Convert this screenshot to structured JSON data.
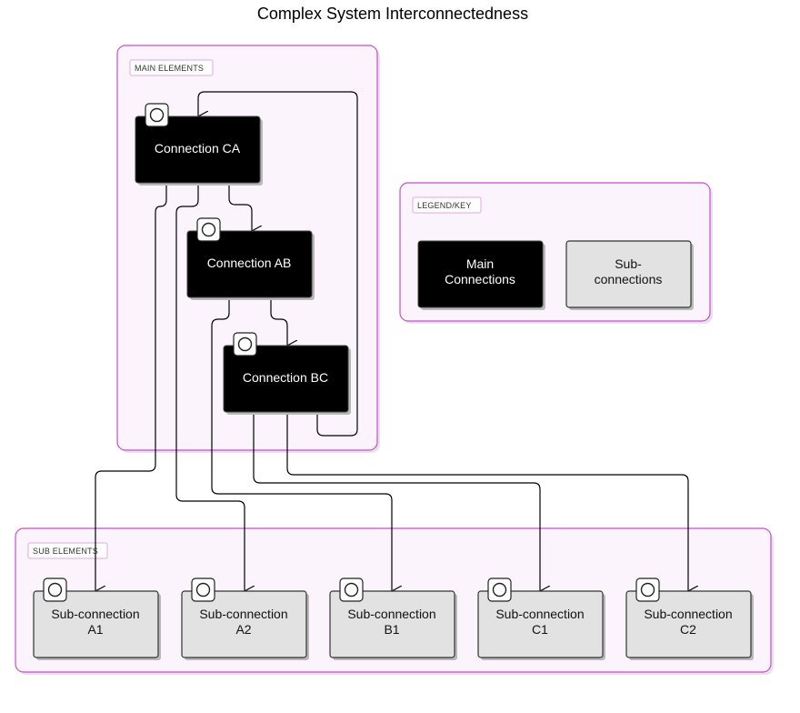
{
  "title": "Complex System Interconnectedness",
  "groups": {
    "main": {
      "label": "MAIN ELEMENTS"
    },
    "legend": {
      "label": "LEGEND/KEY"
    },
    "sub": {
      "label": "SUB ELEMENTS"
    }
  },
  "main_nodes": {
    "ca": {
      "label": "Connection CA"
    },
    "ab": {
      "label": "Connection AB"
    },
    "bc": {
      "label": "Connection BC"
    }
  },
  "legend_items": {
    "main": {
      "line1": "Main",
      "line2": "Connections"
    },
    "sub": {
      "line1": "Sub-",
      "line2": "connections"
    }
  },
  "sub_nodes": {
    "a1": {
      "line1": "Sub-connection",
      "line2": "A1"
    },
    "a2": {
      "line1": "Sub-connection",
      "line2": "A2"
    },
    "b1": {
      "line1": "Sub-connection",
      "line2": "B1"
    },
    "c1": {
      "line1": "Sub-connection",
      "line2": "C1"
    },
    "c2": {
      "line1": "Sub-connection",
      "line2": "C2"
    }
  },
  "colors": {
    "group_border": "#c84ed2",
    "group_fill": "#fbf4fc",
    "main_node_fill": "#000000",
    "sub_node_fill": "#e2e2e2"
  }
}
